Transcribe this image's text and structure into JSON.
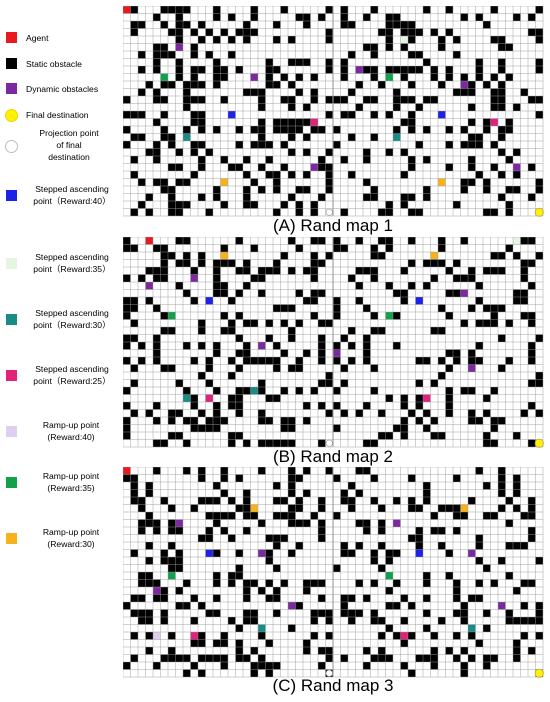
{
  "legend": [
    {
      "key": "agent",
      "label": "Agent",
      "color": "#e8191f",
      "shape": "square"
    },
    {
      "key": "static",
      "label": "Static obstacle",
      "color": "#000000",
      "shape": "square"
    },
    {
      "key": "dynamic",
      "label": "Dynamic obstacles",
      "color": "#7a2a9e",
      "shape": "square"
    },
    {
      "key": "final",
      "label": "Final destination",
      "color": "#fff200",
      "shape": "circle"
    },
    {
      "key": "projection",
      "label": "Projection point\nof final\ndestination",
      "color": "#ffffff",
      "shape": "circle"
    },
    {
      "key": "step40",
      "label": "Stepped ascending\npoint（Reward:40）",
      "color": "#1c22e6",
      "shape": "square"
    },
    {
      "key": "step35",
      "label": "Stepped ascending\npoint（Reward:35）",
      "color": "#e6f4e4",
      "shape": "square"
    },
    {
      "key": "step30",
      "label": "Stepped ascending\npoint（Reward:30）",
      "color": "#1a8c87",
      "shape": "square"
    },
    {
      "key": "step25",
      "label": "Stepped ascending\npoint（Reward:25）",
      "color": "#e0227a",
      "shape": "square"
    },
    {
      "key": "ramp40",
      "label": "Ramp-up point\n(Reward:40)",
      "color": "#dcd0ee",
      "shape": "square"
    },
    {
      "key": "ramp35",
      "label": "Ramp-up point\n(Reward:35)",
      "color": "#12a14a",
      "shape": "square"
    },
    {
      "key": "ramp30",
      "label": "Ramp-up point\n(Reward:30)",
      "color": "#f6b21a",
      "shape": "square"
    }
  ],
  "maps": [
    {
      "caption": "(A) Rand map 1"
    },
    {
      "caption": "(B) Rand map 2"
    },
    {
      "caption": "(C) Rand map 3"
    }
  ],
  "colors": {
    "grid_line": "#9a9a9a",
    "cell_bg": "#ffffff"
  }
}
